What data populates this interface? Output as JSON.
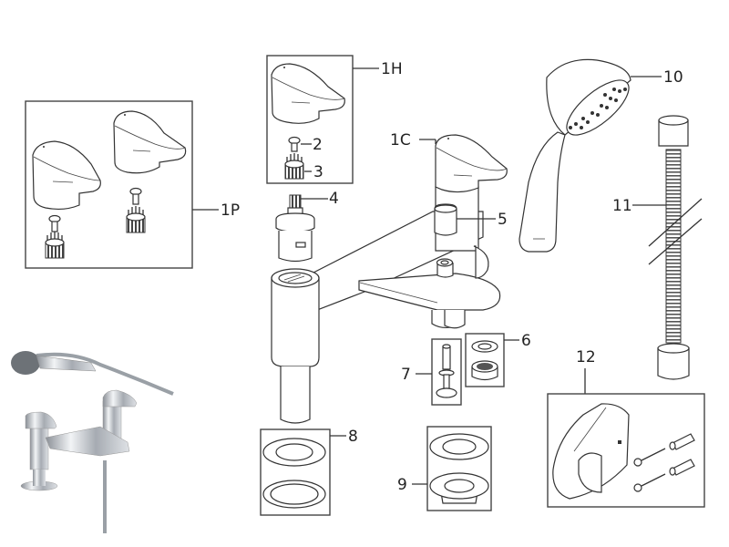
{
  "diagram": {
    "title": "Bath shower mixer exploded parts diagram",
    "parts": [
      {
        "id": "1P",
        "label": "1P",
        "description": "Pair of lever handles with screws and adapters"
      },
      {
        "id": "1H",
        "label": "1H",
        "description": "Single lever handle"
      },
      {
        "id": "1C",
        "label": "1C",
        "description": "Lever handle (diverter side)"
      },
      {
        "id": "2",
        "label": "2",
        "description": "Handle screw"
      },
      {
        "id": "3",
        "label": "3",
        "description": "Spline adapter"
      },
      {
        "id": "4",
        "label": "4",
        "description": "Valve cartridge"
      },
      {
        "id": "5",
        "label": "5",
        "description": "Diverter knob"
      },
      {
        "id": "6",
        "label": "6",
        "description": "Aerator"
      },
      {
        "id": "7",
        "label": "7",
        "description": "Diverter spindle"
      },
      {
        "id": "8",
        "label": "8",
        "description": "Base washers"
      },
      {
        "id": "9",
        "label": "9",
        "description": "Washer and nut"
      },
      {
        "id": "10",
        "label": "10",
        "description": "Shower handset"
      },
      {
        "id": "11",
        "label": "11",
        "description": "Shower hose"
      },
      {
        "id": "12",
        "label": "12",
        "description": "Wall bracket with screws and plugs"
      }
    ],
    "product_photo": "Chrome bath shower mixer with handset and hose"
  },
  "colors": {
    "line": "#333333",
    "background": "#ffffff",
    "chrome": "#b8bcc2"
  }
}
